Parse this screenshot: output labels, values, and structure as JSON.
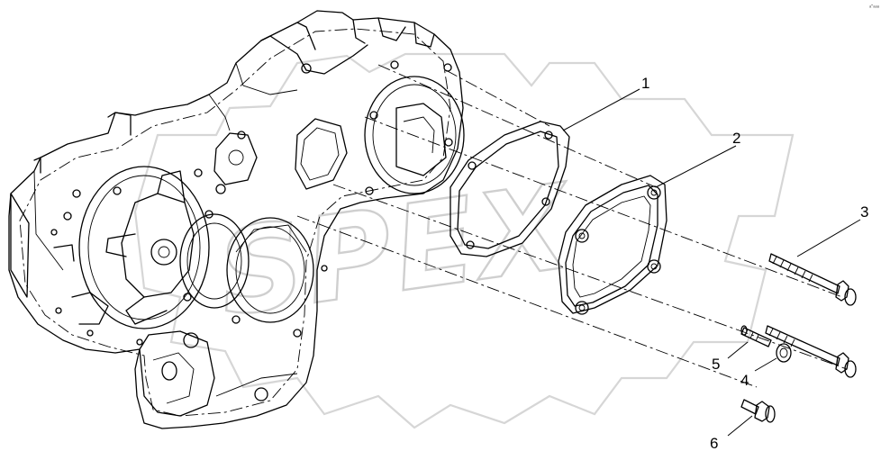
{
  "callouts": [
    {
      "id": "1",
      "label": "1"
    },
    {
      "id": "2",
      "label": "2"
    },
    {
      "id": "3",
      "label": "3"
    },
    {
      "id": "4",
      "label": "4"
    },
    {
      "id": "5",
      "label": "5"
    },
    {
      "id": "6",
      "label": "6"
    }
  ],
  "watermark": {
    "text": "SPEX"
  },
  "corner_mark": {
    "text": "ᵃ˘ᵃᵃᵃ"
  }
}
